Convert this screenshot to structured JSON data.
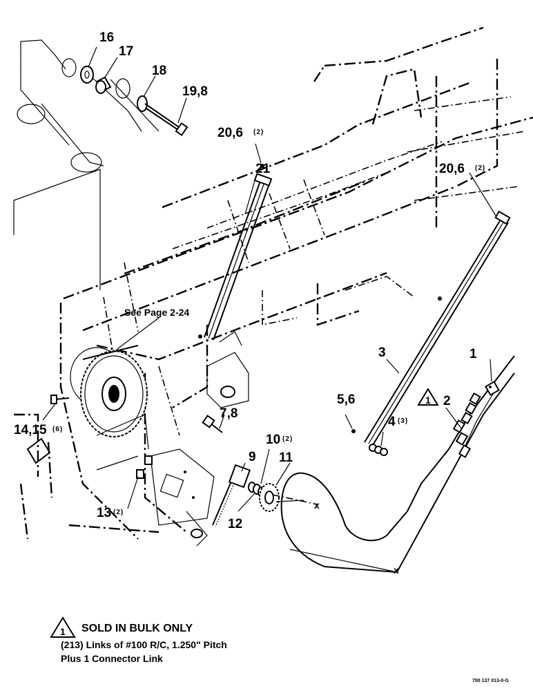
{
  "callouts": [
    {
      "id": "c16",
      "text": "16",
      "sub": ""
    },
    {
      "id": "c17",
      "text": "17",
      "sub": ""
    },
    {
      "id": "c18",
      "text": "18",
      "sub": ""
    },
    {
      "id": "c19",
      "text": "19,8",
      "sub": ""
    },
    {
      "id": "c20a",
      "text": "20,6",
      "sub": "(2)"
    },
    {
      "id": "c20b",
      "text": "20,6",
      "sub": "(2)"
    },
    {
      "id": "c21",
      "text": "21",
      "sub": ""
    },
    {
      "id": "c3",
      "text": "3",
      "sub": ""
    },
    {
      "id": "c1",
      "text": "1",
      "sub": ""
    },
    {
      "id": "c2",
      "text": "2",
      "sub": ""
    },
    {
      "id": "c56",
      "text": "5,6",
      "sub": ""
    },
    {
      "id": "c4",
      "text": "4",
      "sub": "(3)"
    },
    {
      "id": "c78",
      "text": "7,8",
      "sub": ""
    },
    {
      "id": "c9",
      "text": "9",
      "sub": ""
    },
    {
      "id": "c10",
      "text": "10",
      "sub": "(2)"
    },
    {
      "id": "c11",
      "text": "11",
      "sub": ""
    },
    {
      "id": "c12",
      "text": "12",
      "sub": ""
    },
    {
      "id": "c13",
      "text": "13",
      "sub": "(2)"
    },
    {
      "id": "c1415",
      "text": "14,15",
      "sub": "(6)"
    }
  ],
  "see_page": "See Page 2-24",
  "note": {
    "symbol": "1",
    "heading": "SOLD IN BULK ONLY",
    "line1": "(213) Links of #100 R/C, 1.250\" Pitch",
    "line2": "Plus 1 Connector Link"
  },
  "drawing_number": "700 137 013-0-G"
}
